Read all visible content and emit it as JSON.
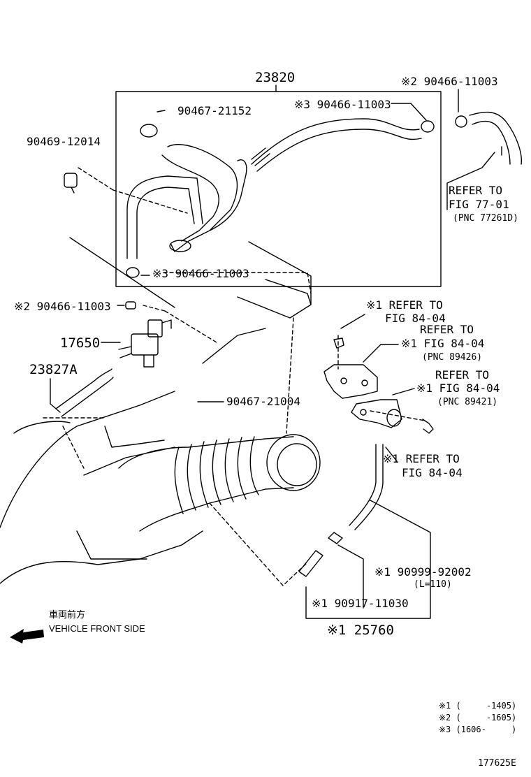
{
  "labels": {
    "p23820": "23820",
    "p90466_top_right": "※2 90466-11003",
    "p90467_21152": "90467-21152",
    "p90466_in_box_top": "※3 90466-11003",
    "p90469": "90469-12014",
    "p90466_in_box_bottom": "※3 90466-11003",
    "p90466_left": "※2 90466-11003",
    "p17650": "17650",
    "p23827a": "23827A",
    "p90467_21004": "90467-21004",
    "p90999": "※1 90999-92002",
    "p90999_len": "(L=110)",
    "p90917": "※1 90917-11030",
    "p25760": "※1 25760"
  },
  "refers": {
    "fig7701_line1": "REFER TO",
    "fig7701_line2": "FIG 77-01",
    "fig7701_line3": "(PNC 77261D)",
    "r1_line1": "※1 REFER TO",
    "r1_line2": "FIG 84-04",
    "r2_line1": "REFER TO",
    "r2_line2": "※1 FIG 84-04",
    "r2_line3": "(PNC 89426)",
    "r3_line1": "REFER TO",
    "r3_line2": "※1 FIG 84-04",
    "r3_line3": "(PNC 89421)",
    "r4_line1": "※1 REFER TO",
    "r4_line2": "FIG 84-04"
  },
  "front": {
    "japanese": "車両前方",
    "english": "VEHICLE FRONT SIDE"
  },
  "legend": {
    "l1": "※1 (     -1405)",
    "l2": "※2 (     -1605)",
    "l3": "※3 (1606-     )"
  },
  "figure_id": "177625E"
}
